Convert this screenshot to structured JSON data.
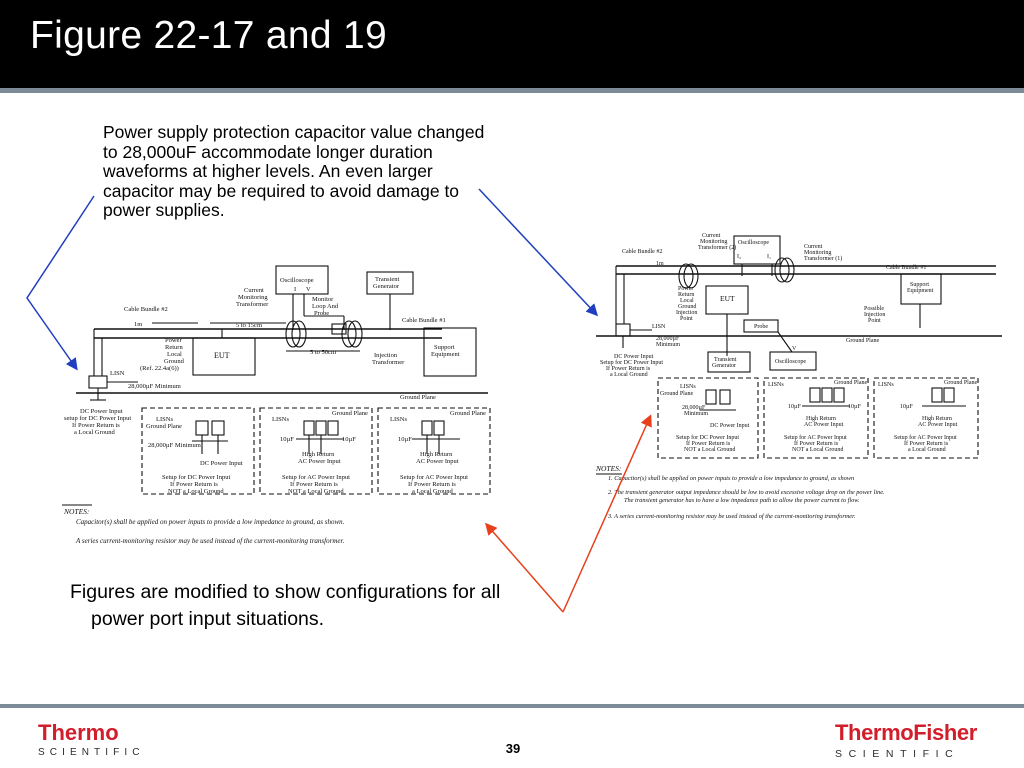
{
  "slide": {
    "title": "Figure 22-17 and 19",
    "paragraph_top": "Power supply protection capacitor value changed to 28,000uF accommodate longer duration waveforms at higher levels. An even larger capacitor may be required to avoid damage to power supplies.",
    "paragraph_bottom": "Figures are modified to show configurations for all power port input situations.",
    "page_number": "39",
    "arrow_colors": {
      "blue": "#1f3fbf",
      "red": "#e8401c"
    }
  },
  "footer": {
    "logo_left": {
      "name": "Thermo",
      "sub": "SCIENTIFIC"
    },
    "logo_right": {
      "name": "ThermoFisher",
      "sub": "SCIENTIFIC"
    }
  },
  "figure_left": {
    "oscilloscope": "Oscilloscope",
    "transient_generator": [
      "Transient",
      "Generator"
    ],
    "current_monitoring": [
      "Current",
      "Monitoring",
      "Transformer"
    ],
    "monitor_loop": [
      "Monitor",
      "Loop And",
      "Probe"
    ],
    "i_label": "I",
    "v_label": "V",
    "cable_bundle_2": "Cable Bundle #2",
    "cable_bundle_1": "Cable Bundle #1",
    "one_m": "1m",
    "five_to_15": "5 to 15cm",
    "five_to_50": "5 to 50cm",
    "power_return": [
      "Power",
      "Return",
      "Local",
      "Ground",
      "(Ref. 22.4a(6))"
    ],
    "eut": "EUT",
    "injection_transformer": [
      "Injection",
      "Transformer"
    ],
    "support_equipment": [
      "Support",
      "Equipment"
    ],
    "lisn": "LISN",
    "cap_min": "28,000µF Minimum",
    "ground_plane": "Ground Plane",
    "dc_power_input": [
      "DC Power Input",
      "setup for DC Power Input",
      "If Power Return is",
      "a Local Ground"
    ],
    "box1_lisns": [
      "LISNs",
      "Ground Plane"
    ],
    "box1_cap": "28,000µF Minimum",
    "box1_dc": "DC Power Input",
    "box1_setup": [
      "Setup for DC Power Input",
      "If Power Return is",
      "NOT a Local Ground"
    ],
    "box2_ground_plane": "Ground Plane",
    "box2_lisns": "LISNs",
    "cap10": "10µF",
    "high_return": "High   Return",
    "ac_power_input": "AC Power Input",
    "box2_setup": [
      "Setup for AC Power Input",
      "If Power Return is",
      "NOT a Local Ground"
    ],
    "box3_setup": [
      "Setup for AC Power Input",
      "If Power Return is",
      "a Local Ground"
    ],
    "notes_heading": "NOTES:",
    "note_1": "Capacitor(s) shall be applied on power inputs to provide a low impedance to ground, as shown.",
    "note_2": "A series current-monitoring resistor may be used instead of the current-monitoring transformer."
  },
  "figure_right": {
    "current_monitoring_2": [
      "Current",
      "Monitoring",
      "Transformer (2)"
    ],
    "oscilloscope": "Oscilloscope",
    "i2": "I₂",
    "i1": "I₁",
    "current_monitoring_1": [
      "Current",
      "Monitoring",
      "Transformer (1)"
    ],
    "cable_bundle_2": "Cable Bundle #2",
    "cable_bundle_1": "Cable Bundle #1",
    "one_m": "1m",
    "power_return": [
      "Power",
      "Return",
      "Local",
      "Ground",
      "Injection",
      "Point"
    ],
    "eut": "EUT",
    "support_equipment": [
      "Support",
      "Equipment"
    ],
    "possible_injection": [
      "Possible",
      "Injection",
      "Point"
    ],
    "lisn": "LISN",
    "probe": "Probe",
    "ground_plane": "Ground Plane",
    "cap_min": [
      "28,000µF",
      "Minimum"
    ],
    "dc_power_input": [
      "DC Power Input",
      "Setup for DC Power Input",
      "If Power Return is",
      "a Local Ground"
    ],
    "transient_generator": [
      "Transient",
      "Generator"
    ],
    "v_label": "V",
    "oscilloscope_2": "Oscilloscope",
    "box1_lisns": [
      "LISNs",
      "Ground Plane"
    ],
    "box1_cap": [
      "28,000µF",
      "Minimum"
    ],
    "box1_dc": "DC Power Input",
    "box1_setup": [
      "Setup for DC Power Input",
      "If Power Return is",
      "NOT a Local Ground"
    ],
    "box2_lisns": "LISNs",
    "ground_plane_short": "Ground Plane",
    "cap10": "10µF",
    "high_return": "High   Return",
    "ac_power_input": "AC Power Input",
    "box2_setup": [
      "Setup for AC Power Input",
      "If Power Return is",
      "NOT a Local Ground"
    ],
    "box3_setup": [
      "Setup for AC Power Input",
      "If Power Return is",
      "a Local Ground"
    ],
    "notes_heading": "NOTES:",
    "note_1": "1.   Capacitor(s) shall be applied on power inputs to provide a low impedance to ground, as shown",
    "note_2a": "2.   The transient generator output impedance should be low to avoid excessive voltage drop on the power line.",
    "note_2b": "The transient generator has to have a low impedance path to allow the power current to flow.",
    "note_3": "3.   A series current-monitoring resistor may be used instead of the current-monitoring transformer."
  }
}
